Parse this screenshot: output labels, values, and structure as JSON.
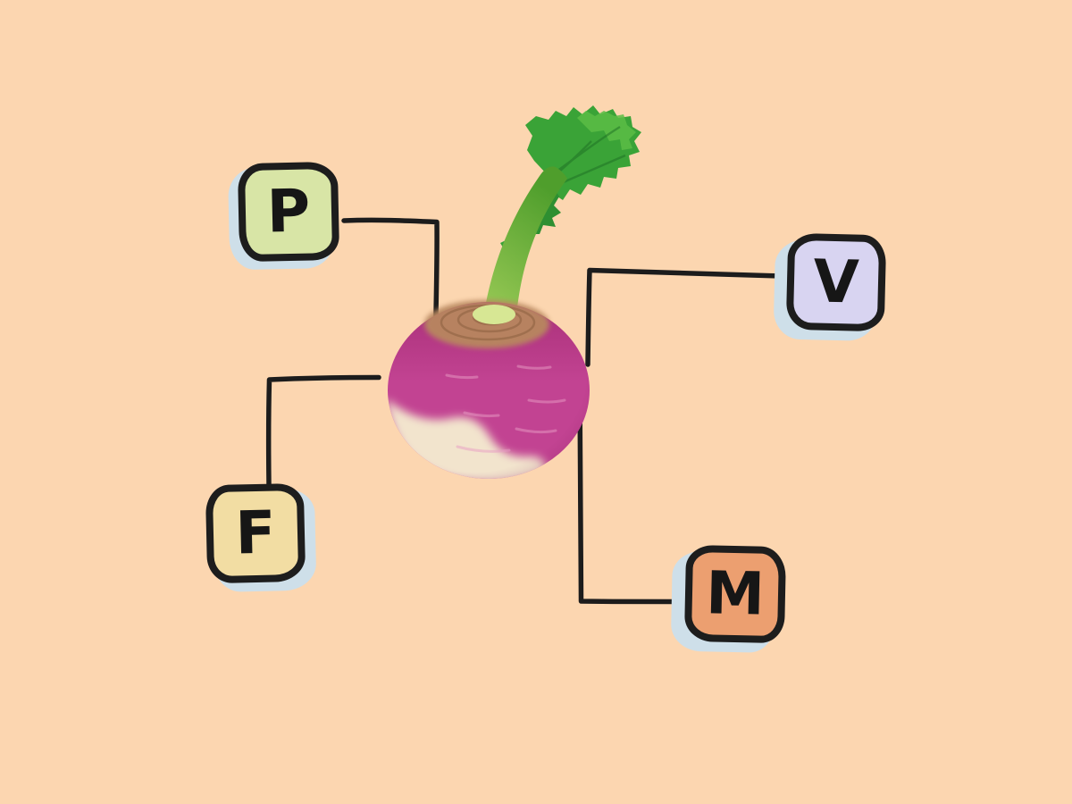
{
  "canvas": {
    "background": "#FCD6B0"
  },
  "palette": {
    "line": "#1C1C1C",
    "node_border": "#1D1D1D",
    "node_shadow": "#CEDFE9",
    "letter": "#161616"
  },
  "nodes": [
    {
      "id": "p",
      "label": "P",
      "fill": "#D8E5A6",
      "position": "top-left"
    },
    {
      "id": "v",
      "label": "V",
      "fill": "#D8D4F1",
      "position": "right"
    },
    {
      "id": "f",
      "label": "F",
      "fill": "#F2DDA3",
      "position": "bottom-left"
    },
    {
      "id": "m",
      "label": "M",
      "fill": "#EC9F70",
      "position": "bottom-right"
    }
  ],
  "center": {
    "subject": "turnip",
    "colors": {
      "body_top": "#A93079",
      "body_main": "#C24392",
      "flesh": "#F2E4CD",
      "crown": "#B8875F",
      "crown_ring": "#8D6140",
      "stem_light": "#D7E794",
      "stem_top": "#4F9E2C",
      "stem_bottom": "#9CCB57",
      "leaf_dark": "#2E8F31",
      "leaf_mid": "#3AA337",
      "leaf_light": "#5CBD45",
      "leaf_vein": "#1E6F24",
      "body_streak": "#E79CC4"
    }
  },
  "connectors": [
    {
      "from": "node-p",
      "to": "turnip"
    },
    {
      "from": "node-v",
      "to": "turnip"
    },
    {
      "from": "node-f",
      "to": "turnip"
    },
    {
      "from": "node-m",
      "to": "turnip"
    }
  ]
}
